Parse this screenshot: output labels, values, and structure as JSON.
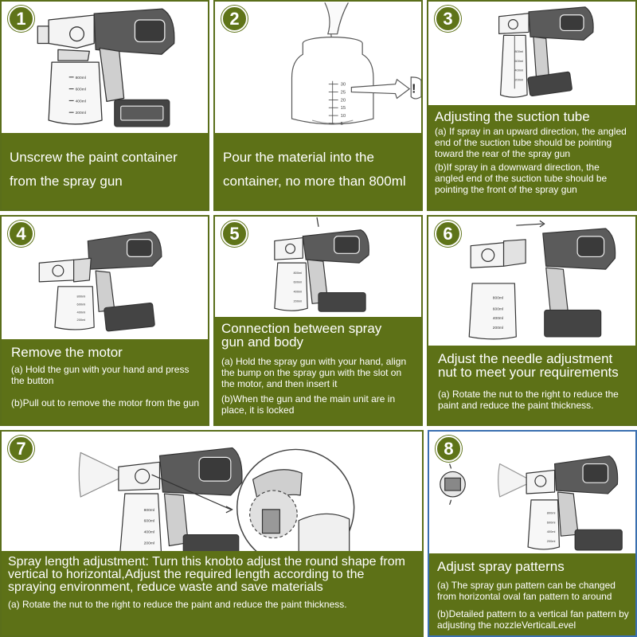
{
  "colors": {
    "olive": "#5d7117",
    "badge": "#5f7419",
    "border": "#5a6e1a",
    "blue_border": "#3a6fb0",
    "text": "#ffffff"
  },
  "steps": [
    {
      "number": "1",
      "text": "Unscrew the paint container from the spray gun",
      "container_marks": [
        "800ml",
        "600ml",
        "400ml",
        "200ml"
      ]
    },
    {
      "number": "2",
      "text": "Pour the material into the container, no more than 800ml",
      "scale_marks": [
        "30",
        "25",
        "20",
        "15",
        "10",
        "5"
      ],
      "warning_icon": "exclamation-icon"
    },
    {
      "number": "3",
      "heading": "Adjusting the suction tube",
      "note_a": "(a) If  spray in an upward direction, the angled end of the suction tube should be pointing toward the rear of the spray gun",
      "note_b": "(b)If spray in a downward direction, the angled end of the suction tube should be pointing the front of the spray gun"
    },
    {
      "number": "4",
      "heading": "Remove the motor",
      "note_a": "(a) Hold the gun with your hand and press the button",
      "note_b": "(b)Pull out to remove the motor from the gun"
    },
    {
      "number": "5",
      "heading": "Connection between spray gun and body",
      "note_a": "(a) Hold the spray gun with your hand, align the bump on the spray gun with the slot on the motor, and then insert it",
      "note_b": "(b)When the gun and the main unit are in place, it is locked"
    },
    {
      "number": "6",
      "heading": "Adjust the needle adjustment nut to meet your requirements",
      "note_a": "(a) Rotate the nut to the right to reduce the paint and reduce the paint thickness."
    },
    {
      "number": "7",
      "heading": "Spray length adjustment: Turn this knobto adjust the round shape from vertical to horizontal,Adjust the required length according to the spraying environment, reduce waste and save materials",
      "note_a": "(a) Rotate the nut to the right to reduce the paint and reduce the paint thickness."
    },
    {
      "number": "8",
      "heading": "Adjust spray patterns",
      "note_a": "(a) The spray gun pattern can be changed from horizontal oval fan pattern to around",
      "note_b": "(b)Detailed pattern to a vertical fan pattern by adjusting the nozzleVerticalLevel"
    }
  ]
}
